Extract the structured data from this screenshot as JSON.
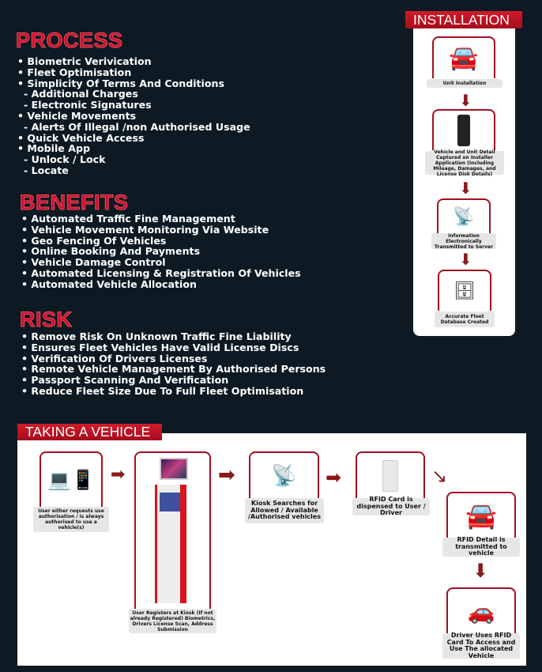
{
  "process": {
    "title": "PROCESS",
    "items": [
      {
        "t": "• Biometric Verivication",
        "sub": false
      },
      {
        "t": "• Fleet Optimisation",
        "sub": false
      },
      {
        "t": "• Simplicity Of Terms And Conditions",
        "sub": false
      },
      {
        "t": "- Additional Charges",
        "sub": true
      },
      {
        "t": "- Electronic Signatures",
        "sub": true
      },
      {
        "t": "• Vehicle Movements",
        "sub": false
      },
      {
        "t": "- Alerts Of Illegal /non Authorised Usage",
        "sub": true
      },
      {
        "t": "• Quick Vehicle Access",
        "sub": false
      },
      {
        "t": "• Mobile App",
        "sub": false
      },
      {
        "t": "- Unlock / Lock",
        "sub": true
      },
      {
        "t": "- Locate",
        "sub": true
      }
    ]
  },
  "benefits": {
    "title": "BENEFITS",
    "items": [
      "• Automated Traffic Fine Management",
      "• Vehicle Movement Monitoring Via Website",
      "• Geo Fencing Of Vehicles",
      "• Online Booking And Payments",
      "• Vehicle Damage Control",
      "• Automated Licensing & Registration Of Vehicles",
      "• Automated Vehicle Allocation"
    ]
  },
  "risk": {
    "title": "RISK",
    "items": [
      "• Remove Risk On Unknown Traffic Fine Liability",
      "• Ensures Fleet Vehicles Have Valid License Discs",
      "• Verification Of Drivers Licenses",
      "• Remote Vehicle Management By Authorised Persons",
      "• Passport Scanning And Verification",
      "• Reduce Fleet Size Due To Full Fleet Optimisation"
    ]
  },
  "installation": {
    "title": "INSTALLATION",
    "steps": [
      "Unit Installation",
      "Vehicle and Unit Detail Captured on Installer Application (Including Mileage, Damages, and License Disk Details)",
      "Information Electronically Transmitted to Server",
      "Accurate Fleet Database Created"
    ]
  },
  "taking": {
    "title": "TAKING A VEHICLE",
    "steps": [
      "User either requests use authorisation / is always authorised to use a vehicle(s)",
      "User Registers at Kiosk (If not already Registered) Biometrics, Drivers License Scan, Address Submission",
      "Kiosk Searches for Allowed / Available /Authorised vehicles",
      "RFID Card is dispensed to User / Driver",
      "RFID Detail is transmitted to vehicle",
      "Driver Uses RFID Card To Access and Use The allocated Vehicle"
    ]
  },
  "colors": {
    "accent": "#c8102e",
    "arrow": "#8b1a1a",
    "bg": "#0d1a23"
  }
}
